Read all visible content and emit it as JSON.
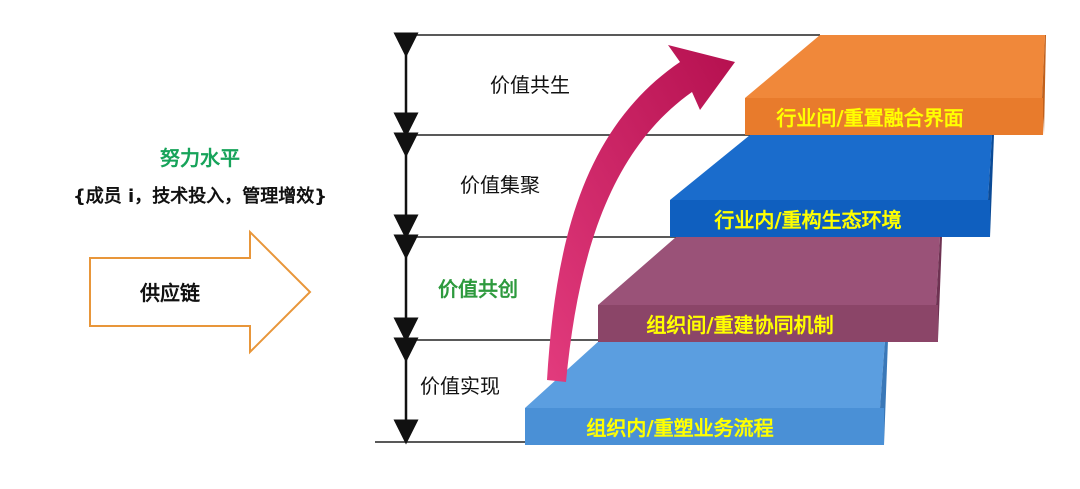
{
  "effort": {
    "title": "努力水平",
    "detail": "{成员 i，技术投入，管理增效}"
  },
  "supply_chain_arrow": {
    "label": "供应链"
  },
  "value_levels": [
    {
      "label": "价值共生",
      "color": "#111111"
    },
    {
      "label": "价值集聚",
      "color": "#111111"
    },
    {
      "label": "价值共创",
      "color": "#2e9a3e"
    },
    {
      "label": "价值实现",
      "color": "#111111"
    }
  ],
  "steps": [
    {
      "label": "组织内/重塑业务流程",
      "color": "#4a90d6"
    },
    {
      "label": "组织间/重建协同机制",
      "color": "#8b4568"
    },
    {
      "label": "行业内/重构生态环境",
      "color": "#0f5fbf"
    },
    {
      "label": "行业间/重置融合界面",
      "color": "#e87b2c"
    }
  ],
  "colors": {
    "step_text": "#ffff00",
    "curve_arrow": "#c8175d",
    "supply_arrow_stroke": "#e8963a"
  }
}
